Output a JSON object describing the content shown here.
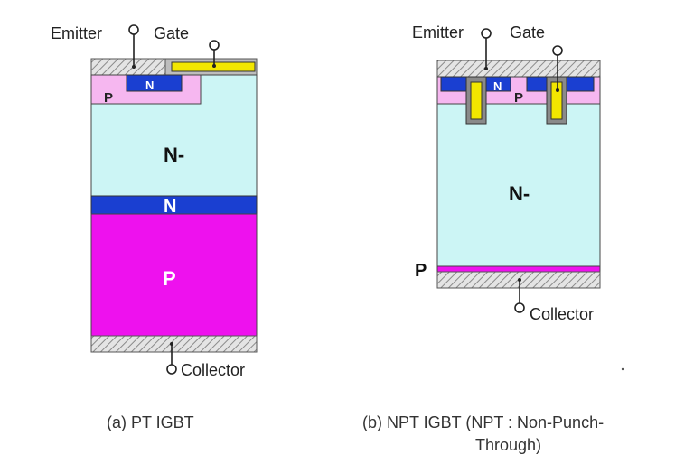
{
  "colors": {
    "n_minus": "#ccf5f5",
    "n_plus": "#1a3fd1",
    "p_light": "#f6b7f0",
    "p_heavy": "#ee11ee",
    "gate": "#f2e600",
    "metal_hatch": "#888888",
    "outline": "#444444"
  },
  "pt_igbt": {
    "emitter_label": "Emitter",
    "gate_label": "Gate",
    "n_well_label": "N",
    "p_body_label": "P",
    "drift_label": "N-",
    "buffer_label": "N",
    "substrate_label": "P",
    "collector_label": "Collector",
    "caption": "(a) PT IGBT"
  },
  "npt_igbt": {
    "emitter_label": "Emitter",
    "gate_label": "Gate",
    "n_well_label": "N",
    "p_body_label": "P",
    "drift_label": "N-",
    "p_layer_label": "P",
    "collector_label": "Collector",
    "caption_line1": "(b) NPT IGBT (NPT : Non-Punch-",
    "caption_line2": "Through)"
  }
}
